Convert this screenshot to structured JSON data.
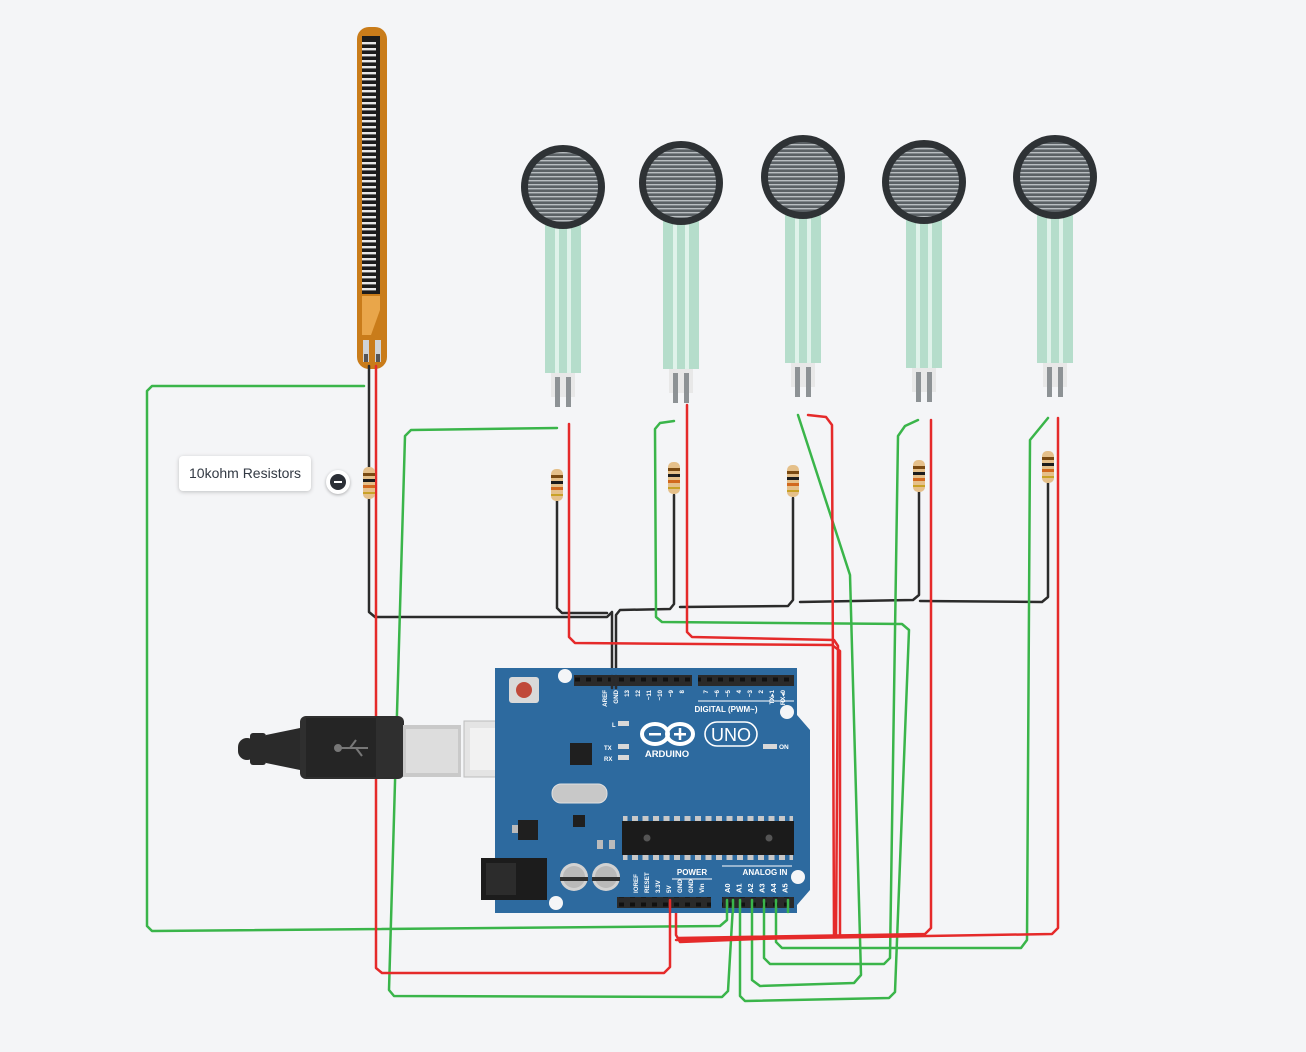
{
  "annotation": {
    "label": "10kohm Resistors",
    "collapse_icon": "minus-circle-icon"
  },
  "board": {
    "logo_text": "ARDUINO",
    "model": "UNO",
    "digital_label": "DIGITAL (PWM~)",
    "power_label": "POWER",
    "analog_label": "ANALOG IN",
    "on_label": "ON",
    "led_labels": [
      "L",
      "TX",
      "RX"
    ],
    "digital_pins": [
      "AREF",
      "GND",
      "13",
      "12",
      "~11",
      "~10",
      "~9",
      "8",
      "7",
      "~6",
      "~5",
      "4",
      "~3",
      "2",
      "TX▸1",
      "RX◂0"
    ],
    "power_pins": [
      "IOREF",
      "RESET",
      "3.3V",
      "5V",
      "GND",
      "GND",
      "Vin"
    ],
    "analog_pins": [
      "A0",
      "A1",
      "A2",
      "A3",
      "A4",
      "A5"
    ]
  },
  "components": {
    "flex_sensor": "flex-sensor",
    "force_sensors": 5,
    "resistors": 6,
    "usb_cable": "usb-cable"
  },
  "colors": {
    "background": "#f4f5f7",
    "wire_green": "#3ab54a",
    "wire_red": "#e52a2a",
    "wire_black": "#2b2b2b",
    "board_blue": "#2d6a9f"
  }
}
